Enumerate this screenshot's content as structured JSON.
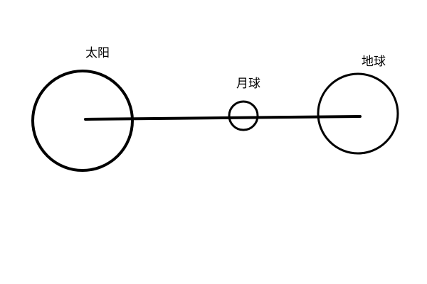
{
  "diagram": {
    "bodies": [
      {
        "id": "sun",
        "label": "太阳"
      },
      {
        "id": "moon",
        "label": "月球"
      },
      {
        "id": "earth",
        "label": "地球"
      }
    ],
    "connector": {
      "from": "sun",
      "to": "earth",
      "passes_through": "moon"
    },
    "colors": {
      "stroke": "#000000",
      "fill": "#ffffff",
      "background": "#ffffff"
    }
  }
}
